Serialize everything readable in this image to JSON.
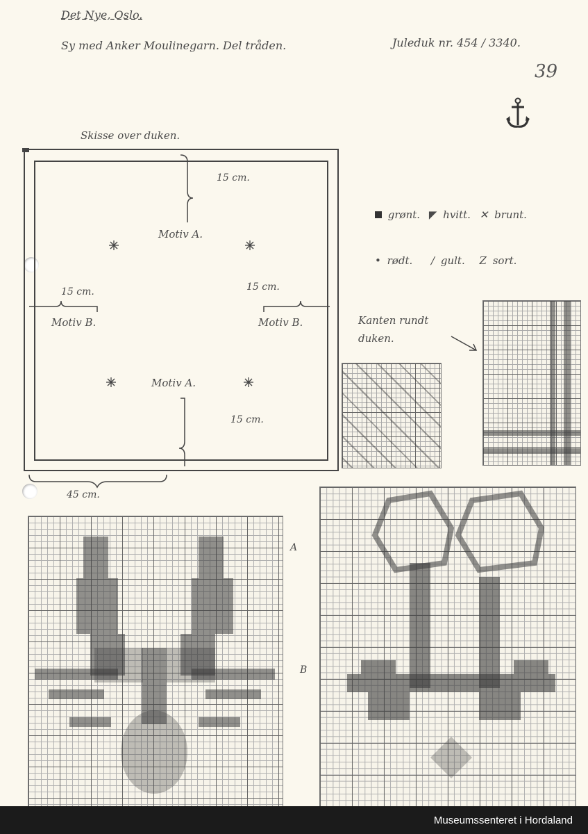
{
  "header": {
    "publisher": "Det Nye, Oslo.",
    "instruction": "Sy med Anker Moulinegarn. Del tråden.",
    "pattern_no": "Juleduk nr. 454 / 3340.",
    "page_number": "39"
  },
  "sketch": {
    "title": "Skisse over duken.",
    "top_dim": "15 cm.",
    "motif_a_top": "Motiv A.",
    "left_dim": "15 cm.",
    "right_dim": "15 cm.",
    "motif_b_left": "Motiv B.",
    "motif_b_right": "Motiv B.",
    "motif_a_bottom": "Motiv A.",
    "bottom_dim": "15 cm.",
    "width_dim": "45 cm."
  },
  "legend": {
    "row1": [
      "grønt.",
      "hvitt.",
      "brunt."
    ],
    "row2": [
      "rødt.",
      "gult.",
      "sort."
    ]
  },
  "border_note": {
    "line1": "Kanten rundt",
    "line2": "duken."
  },
  "chart_markers": {
    "a": "A",
    "b": "B"
  },
  "footer": {
    "label": "Museumssenteret i Hordaland"
  },
  "colors": {
    "paper": "#fbf8ee",
    "ink": "#4a4a4a",
    "footer_bg": "#1b1b1b"
  }
}
